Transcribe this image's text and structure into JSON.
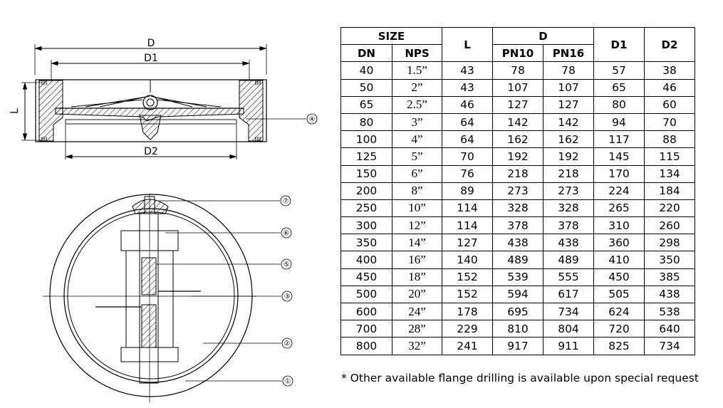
{
  "drawing": {
    "dimension_labels": {
      "d": "D",
      "d1": "D1",
      "d2": "D2",
      "l": "L"
    },
    "callouts": [
      "①",
      "②",
      "③",
      "④",
      "⑤",
      "⑥",
      "⑦"
    ]
  },
  "table": {
    "headers": {
      "size": "SIZE",
      "dn": "DN",
      "nps": "NPS",
      "l": "L",
      "d": "D",
      "pn10": "PN10",
      "pn16": "PN16",
      "d1": "D1",
      "d2": "D2"
    },
    "rows": [
      [
        "40",
        "1.5”",
        "43",
        "78",
        "78",
        "57",
        "38"
      ],
      [
        "50",
        "2”",
        "43",
        "107",
        "107",
        "65",
        "46"
      ],
      [
        "65",
        "2.5”",
        "46",
        "127",
        "127",
        "80",
        "60"
      ],
      [
        "80",
        "3”",
        "64",
        "142",
        "142",
        "94",
        "70"
      ],
      [
        "100",
        "4”",
        "64",
        "162",
        "162",
        "117",
        "88"
      ],
      [
        "125",
        "5”",
        "70",
        "192",
        "192",
        "145",
        "115"
      ],
      [
        "150",
        "6”",
        "76",
        "218",
        "218",
        "170",
        "134"
      ],
      [
        "200",
        "8”",
        "89",
        "273",
        "273",
        "224",
        "184"
      ],
      [
        "250",
        "10”",
        "114",
        "328",
        "328",
        "265",
        "220"
      ],
      [
        "300",
        "12”",
        "114",
        "378",
        "378",
        "310",
        "260"
      ],
      [
        "350",
        "14”",
        "127",
        "438",
        "438",
        "360",
        "298"
      ],
      [
        "400",
        "16”",
        "140",
        "489",
        "489",
        "410",
        "350"
      ],
      [
        "450",
        "18”",
        "152",
        "539",
        "555",
        "450",
        "385"
      ],
      [
        "500",
        "20”",
        "152",
        "594",
        "617",
        "505",
        "438"
      ],
      [
        "600",
        "24”",
        "178",
        "695",
        "734",
        "624",
        "538"
      ],
      [
        "700",
        "28”",
        "229",
        "810",
        "804",
        "720",
        "640"
      ],
      [
        "800",
        "32”",
        "241",
        "917",
        "911",
        "825",
        "734"
      ]
    ]
  },
  "footnote": "* Other available flange drilling is available upon special request"
}
